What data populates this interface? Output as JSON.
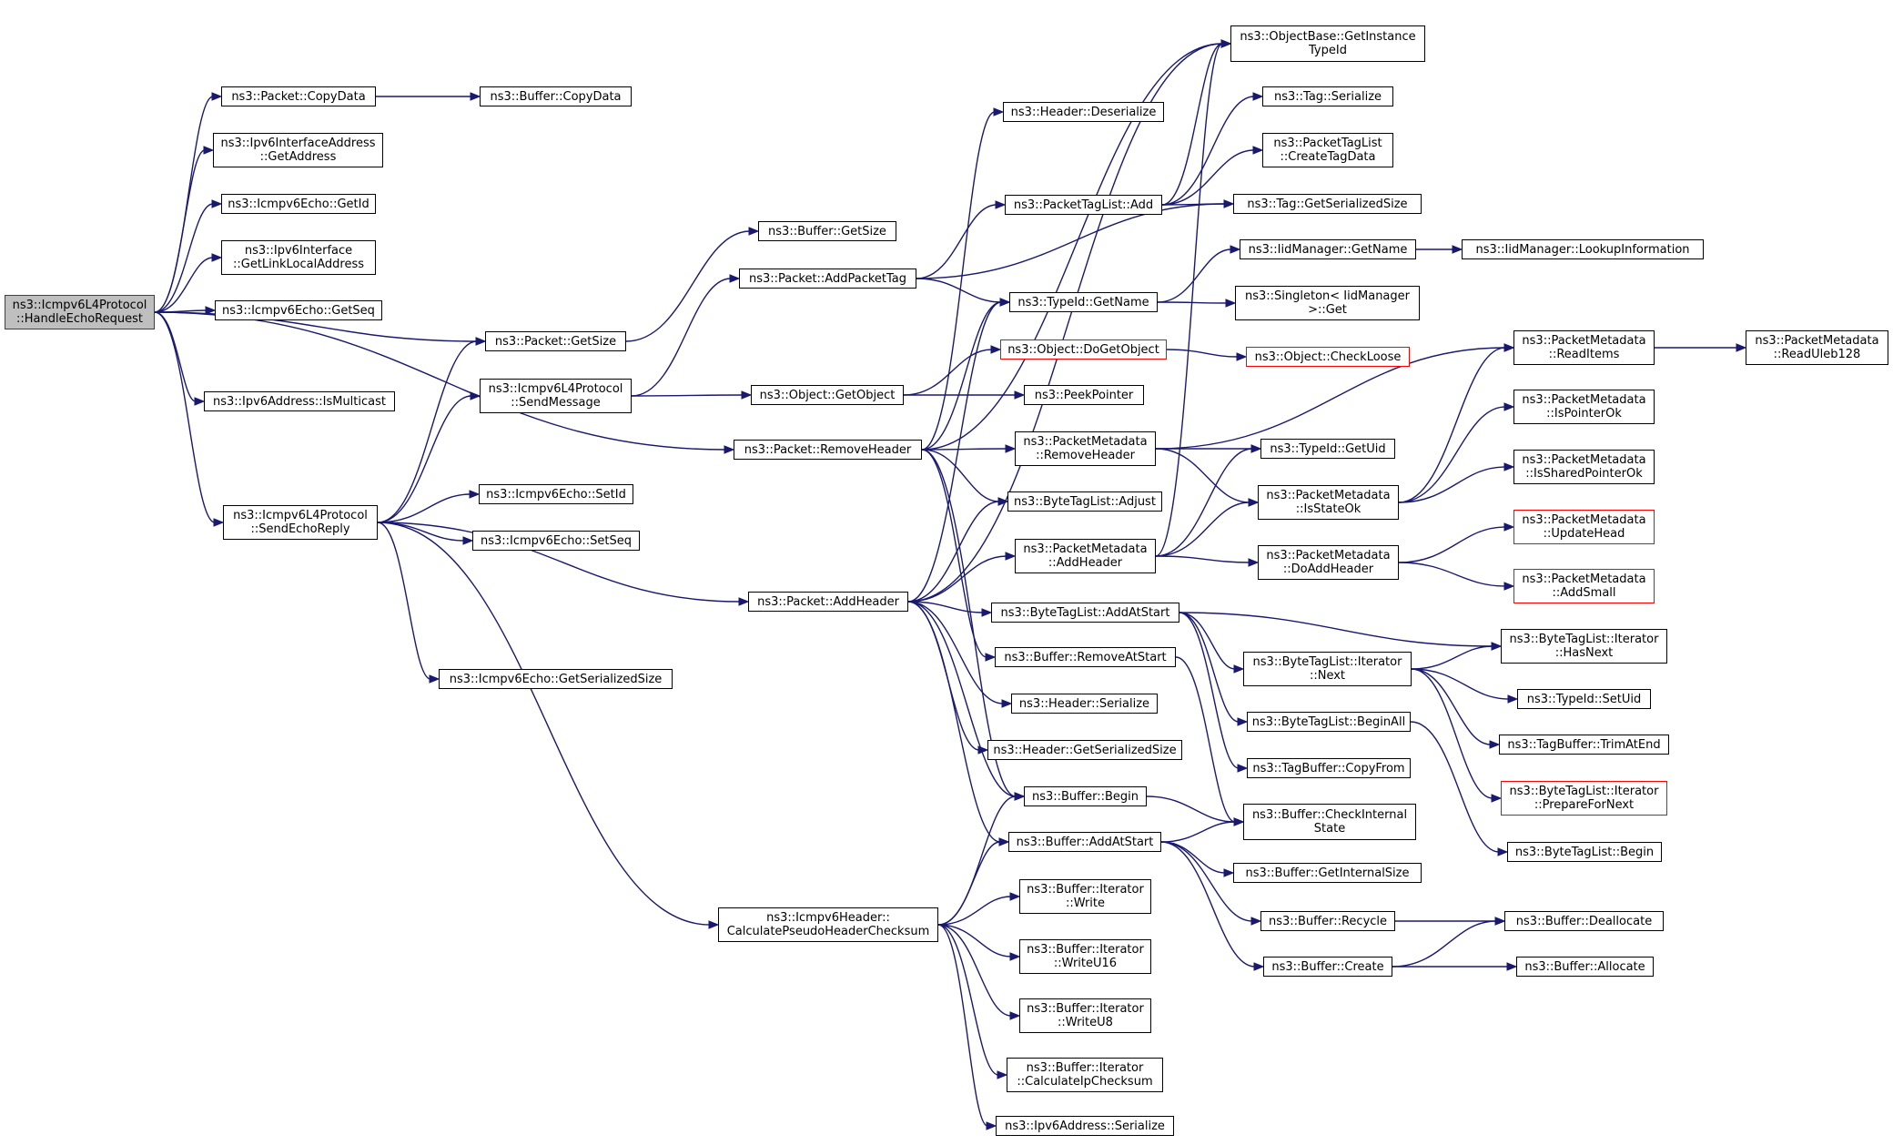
{
  "colors": {
    "edge": "#191970",
    "node_border": "#000000",
    "truncated_border": "#ff0000",
    "root_fill": "#bfbfbf"
  },
  "nodes": {
    "n0": {
      "label": "ns3::Icmpv6L4Protocol\n::HandleEchoRequest",
      "kind": "root"
    },
    "n1": {
      "label": "ns3::Packet::CopyData"
    },
    "n2": {
      "label": "ns3::Buffer::CopyData"
    },
    "n3": {
      "label": "ns3::Ipv6InterfaceAddress\n::GetAddress"
    },
    "n4": {
      "label": "ns3::Icmpv6Echo::GetId"
    },
    "n5": {
      "label": "ns3::Ipv6Interface\n::GetLinkLocalAddress"
    },
    "n6": {
      "label": "ns3::Icmpv6Echo::GetSeq"
    },
    "n7": {
      "label": "ns3::Packet::GetSize"
    },
    "n8": {
      "label": "ns3::Ipv6Address::IsMulticast"
    },
    "n9": {
      "label": "ns3::Icmpv6L4Protocol\n::SendMessage"
    },
    "n10": {
      "label": "ns3::Icmpv6L4Protocol\n::SendEchoReply"
    },
    "n11": {
      "label": "ns3::Icmpv6Echo::SetId"
    },
    "n12": {
      "label": "ns3::Icmpv6Echo::SetSeq"
    },
    "n13": {
      "label": "ns3::Icmpv6Echo::GetSerializedSize"
    },
    "n14": {
      "label": "ns3::Buffer::GetSize"
    },
    "n15": {
      "label": "ns3::Packet::AddPacketTag"
    },
    "n16": {
      "label": "ns3::Object::GetObject"
    },
    "n17": {
      "label": "ns3::Packet::RemoveHeader"
    },
    "n18": {
      "label": "ns3::Packet::AddHeader"
    },
    "n19": {
      "label": "ns3::Icmpv6Header::\nCalculatePseudoHeaderChecksum"
    },
    "n20": {
      "label": "ns3::Header::Deserialize"
    },
    "n21": {
      "label": "ns3::PacketTagList::Add"
    },
    "n22": {
      "label": "ns3::TypeId::GetName"
    },
    "n23": {
      "label": "ns3::Object::DoGetObject",
      "kind": "truncated"
    },
    "n24": {
      "label": "ns3::PeekPointer"
    },
    "n25": {
      "label": "ns3::PacketMetadata\n::RemoveHeader"
    },
    "n26": {
      "label": "ns3::ByteTagList::Adjust"
    },
    "n27": {
      "label": "ns3::PacketMetadata\n::AddHeader"
    },
    "n28": {
      "label": "ns3::ByteTagList::AddAtStart"
    },
    "n29": {
      "label": "ns3::Buffer::RemoveAtStart"
    },
    "n30": {
      "label": "ns3::Header::Serialize"
    },
    "n31": {
      "label": "ns3::Header::GetSerializedSize"
    },
    "n32": {
      "label": "ns3::Buffer::Begin"
    },
    "n33": {
      "label": "ns3::Buffer::AddAtStart"
    },
    "n34": {
      "label": "ns3::Buffer::Iterator\n::Write"
    },
    "n35": {
      "label": "ns3::Buffer::Iterator\n::WriteU16"
    },
    "n36": {
      "label": "ns3::Buffer::Iterator\n::WriteU8"
    },
    "n37": {
      "label": "ns3::Buffer::Iterator\n::CalculateIpChecksum"
    },
    "n38": {
      "label": "ns3::Ipv6Address::Serialize"
    },
    "n39": {
      "label": "ns3::ObjectBase::GetInstance\nTypeId"
    },
    "n40": {
      "label": "ns3::Tag::Serialize"
    },
    "n41": {
      "label": "ns3::PacketTagList\n::CreateTagData"
    },
    "n42": {
      "label": "ns3::Tag::GetSerializedSize"
    },
    "n43": {
      "label": "ns3::IidManager::GetName"
    },
    "n44": {
      "label": "ns3::Singleton< IidManager\n>::Get"
    },
    "n45": {
      "label": "ns3::Object::CheckLoose",
      "kind": "truncated"
    },
    "n46": {
      "label": "ns3::TypeId::GetUid"
    },
    "n47": {
      "label": "ns3::PacketMetadata\n::IsStateOk"
    },
    "n48": {
      "label": "ns3::PacketMetadata\n::DoAddHeader"
    },
    "n49": {
      "label": "ns3::ByteTagList::Iterator\n::Next"
    },
    "n50": {
      "label": "ns3::ByteTagList::BeginAll"
    },
    "n51": {
      "label": "ns3::TagBuffer::CopyFrom"
    },
    "n52": {
      "label": "ns3::Buffer::CheckInternal\nState"
    },
    "n53": {
      "label": "ns3::Buffer::GetInternalSize"
    },
    "n54": {
      "label": "ns3::Buffer::Recycle"
    },
    "n55": {
      "label": "ns3::Buffer::Create"
    },
    "n56": {
      "label": "ns3::IidManager::LookupInformation"
    },
    "n57": {
      "label": "ns3::PacketMetadata\n::ReadItems"
    },
    "n58": {
      "label": "ns3::PacketMetadata\n::IsPointerOk"
    },
    "n59": {
      "label": "ns3::PacketMetadata\n::IsSharedPointerOk"
    },
    "n60": {
      "label": "ns3::PacketMetadata\n::UpdateHead",
      "kind": "truncated"
    },
    "n61": {
      "label": "ns3::PacketMetadata\n::AddSmall",
      "kind": "truncated"
    },
    "n62": {
      "label": "ns3::ByteTagList::Iterator\n::HasNext"
    },
    "n63": {
      "label": "ns3::TypeId::SetUid"
    },
    "n64": {
      "label": "ns3::TagBuffer::TrimAtEnd"
    },
    "n65": {
      "label": "ns3::ByteTagList::Iterator\n::PrepareForNext",
      "kind": "truncated"
    },
    "n66": {
      "label": "ns3::ByteTagList::Begin"
    },
    "n67": {
      "label": "ns3::Buffer::Deallocate"
    },
    "n68": {
      "label": "ns3::Buffer::Allocate"
    },
    "n69": {
      "label": "ns3::PacketMetadata\n::ReadUleb128"
    }
  },
  "edges": [
    [
      "n0",
      "n1"
    ],
    [
      "n0",
      "n3"
    ],
    [
      "n0",
      "n4"
    ],
    [
      "n0",
      "n5"
    ],
    [
      "n0",
      "n6"
    ],
    [
      "n0",
      "n7"
    ],
    [
      "n0",
      "n8"
    ],
    [
      "n0",
      "n10"
    ],
    [
      "n0",
      "n17"
    ],
    [
      "n1",
      "n2"
    ],
    [
      "n10",
      "n7"
    ],
    [
      "n10",
      "n9"
    ],
    [
      "n10",
      "n11"
    ],
    [
      "n10",
      "n12"
    ],
    [
      "n10",
      "n13"
    ],
    [
      "n10",
      "n18"
    ],
    [
      "n10",
      "n19"
    ],
    [
      "n9",
      "n15"
    ],
    [
      "n9",
      "n16"
    ],
    [
      "n7",
      "n14"
    ],
    [
      "n15",
      "n21"
    ],
    [
      "n15",
      "n22"
    ],
    [
      "n15",
      "n42"
    ],
    [
      "n16",
      "n23"
    ],
    [
      "n16",
      "n24"
    ],
    [
      "n17",
      "n20"
    ],
    [
      "n17",
      "n22"
    ],
    [
      "n17",
      "n25"
    ],
    [
      "n17",
      "n26"
    ],
    [
      "n17",
      "n29"
    ],
    [
      "n17",
      "n32"
    ],
    [
      "n17",
      "n39"
    ],
    [
      "n18",
      "n22"
    ],
    [
      "n18",
      "n26"
    ],
    [
      "n18",
      "n27"
    ],
    [
      "n18",
      "n28"
    ],
    [
      "n18",
      "n30"
    ],
    [
      "n18",
      "n31"
    ],
    [
      "n18",
      "n32"
    ],
    [
      "n18",
      "n33"
    ],
    [
      "n18",
      "n39"
    ],
    [
      "n19",
      "n32"
    ],
    [
      "n19",
      "n33"
    ],
    [
      "n19",
      "n34"
    ],
    [
      "n19",
      "n35"
    ],
    [
      "n19",
      "n36"
    ],
    [
      "n19",
      "n37"
    ],
    [
      "n19",
      "n38"
    ],
    [
      "n21",
      "n39"
    ],
    [
      "n21",
      "n40"
    ],
    [
      "n21",
      "n41"
    ],
    [
      "n21",
      "n42"
    ],
    [
      "n22",
      "n43"
    ],
    [
      "n22",
      "n44"
    ],
    [
      "n23",
      "n45"
    ],
    [
      "n25",
      "n46"
    ],
    [
      "n25",
      "n47"
    ],
    [
      "n25",
      "n57"
    ],
    [
      "n27",
      "n39"
    ],
    [
      "n27",
      "n46"
    ],
    [
      "n27",
      "n47"
    ],
    [
      "n27",
      "n48"
    ],
    [
      "n28",
      "n49"
    ],
    [
      "n28",
      "n50"
    ],
    [
      "n28",
      "n51"
    ],
    [
      "n28",
      "n62"
    ],
    [
      "n29",
      "n52"
    ],
    [
      "n32",
      "n52"
    ],
    [
      "n33",
      "n52"
    ],
    [
      "n33",
      "n53"
    ],
    [
      "n33",
      "n54"
    ],
    [
      "n33",
      "n55"
    ],
    [
      "n43",
      "n56"
    ],
    [
      "n47",
      "n57"
    ],
    [
      "n47",
      "n58"
    ],
    [
      "n47",
      "n59"
    ],
    [
      "n48",
      "n60"
    ],
    [
      "n48",
      "n61"
    ],
    [
      "n49",
      "n62"
    ],
    [
      "n49",
      "n63"
    ],
    [
      "n49",
      "n64"
    ],
    [
      "n49",
      "n65"
    ],
    [
      "n50",
      "n66"
    ],
    [
      "n54",
      "n67"
    ],
    [
      "n55",
      "n67"
    ],
    [
      "n55",
      "n68"
    ],
    [
      "n57",
      "n69"
    ]
  ]
}
